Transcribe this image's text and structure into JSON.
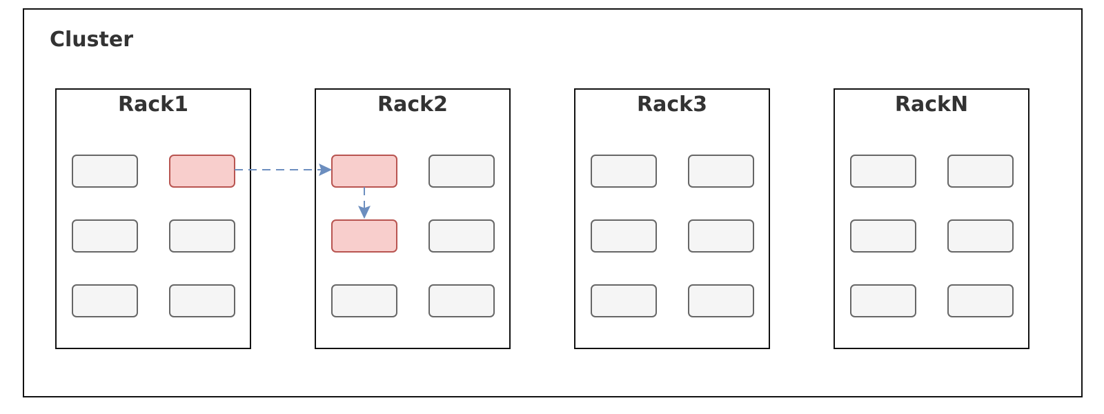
{
  "cluster": {
    "title": "Cluster"
  },
  "racks": [
    {
      "title": "Rack1",
      "nodes": [
        "normal",
        "highlight",
        "normal",
        "normal",
        "normal",
        "normal"
      ]
    },
    {
      "title": "Rack2",
      "nodes": [
        "highlight",
        "normal",
        "highlight",
        "normal",
        "normal",
        "normal"
      ]
    },
    {
      "title": "Rack3",
      "nodes": [
        "normal",
        "normal",
        "normal",
        "normal",
        "normal",
        "normal"
      ]
    },
    {
      "title": "RackN",
      "nodes": [
        "normal",
        "normal",
        "normal",
        "normal",
        "normal",
        "normal"
      ]
    }
  ],
  "colors": {
    "highlight_fill": "#f8cecc",
    "highlight_stroke": "#b85450",
    "normal_fill": "#f5f5f5",
    "normal_stroke": "#666666",
    "arrow": "#6c8ebf"
  }
}
